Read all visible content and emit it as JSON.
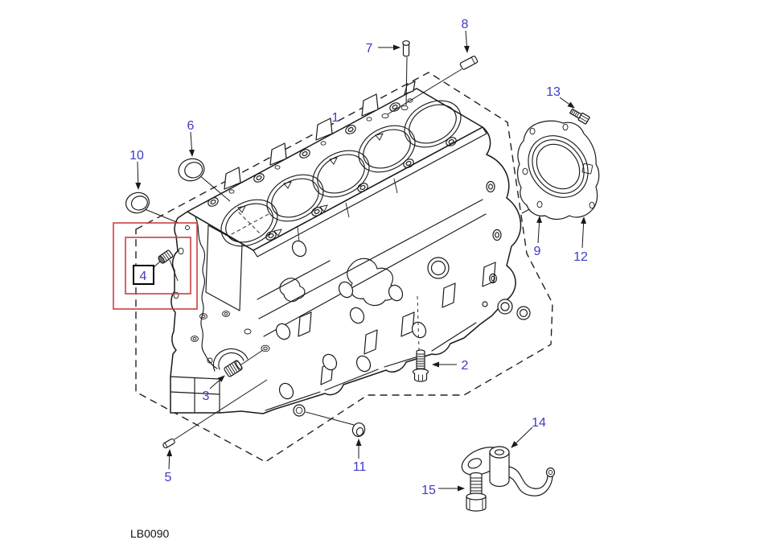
{
  "figure": {
    "type": "exploded-parts-diagram",
    "subject": "cylinder-block",
    "drawing_code": "LB0090",
    "highlighted_callout": "4",
    "colors": {
      "callout": "#3c3cc4",
      "line": "#1a1a1a",
      "highlight": "#c84040",
      "background": "#ffffff"
    },
    "callouts": [
      {
        "number": "1"
      },
      {
        "number": "2"
      },
      {
        "number": "3"
      },
      {
        "number": "4"
      },
      {
        "number": "5"
      },
      {
        "number": "6"
      },
      {
        "number": "7"
      },
      {
        "number": "8"
      },
      {
        "number": "9"
      },
      {
        "number": "10"
      },
      {
        "number": "11"
      },
      {
        "number": "12"
      },
      {
        "number": "13"
      },
      {
        "number": "14"
      },
      {
        "number": "15"
      }
    ]
  }
}
